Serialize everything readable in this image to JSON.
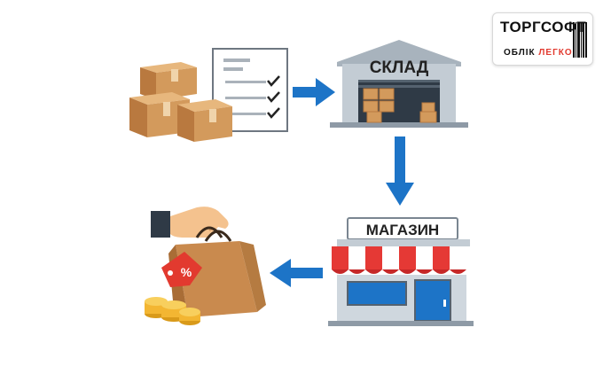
{
  "labels": {
    "warehouse": "СКЛАД",
    "shop": "МАГАЗИН",
    "discount": "%"
  },
  "logo": {
    "title": "ТОРГСОФТ",
    "subtitle_dark": "ОБЛІК ",
    "subtitle_accent": "ЛЕГКО"
  },
  "colors": {
    "arrow": "#1d74c7",
    "box": "#d39a5c",
    "shop_awning_red": "#e53935",
    "warehouse_roof": "#8e9aa6",
    "bag": "#c98a4e",
    "tag": "#e23a2f",
    "coin": "#f3b632",
    "logo_accent": "#e23a2f"
  },
  "icons": [
    "boxes-icon",
    "checklist-icon",
    "warehouse-icon",
    "shop-icon",
    "shopping-bag-icon",
    "hand-icon",
    "coins-icon",
    "arrow-right-icon",
    "arrow-down-icon",
    "arrow-left-icon"
  ]
}
